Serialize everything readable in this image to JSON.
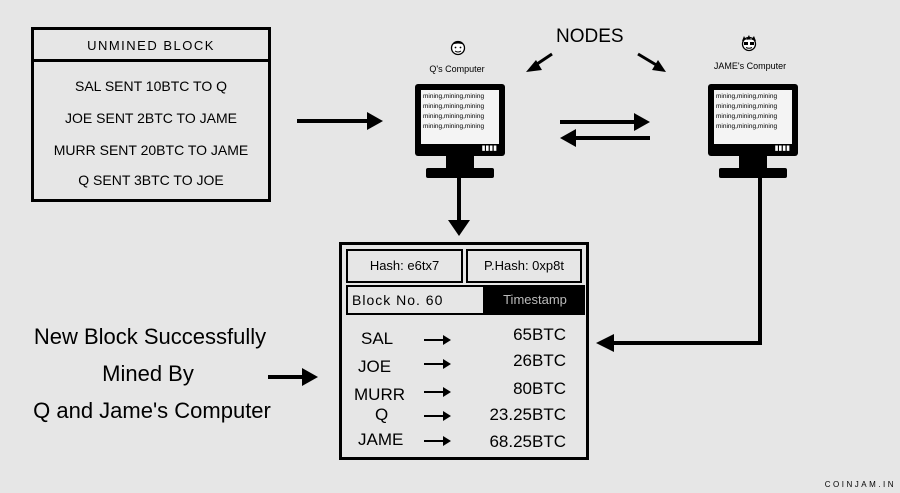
{
  "unmined_block": {
    "title": "UNMINED BLOCK",
    "transactions": [
      "SAL SENT 10BTC TO Q",
      "JOE SENT 2BTC TO JAME",
      "MURR SENT 20BTC TO JAME",
      "Q SENT 3BTC TO JOE"
    ]
  },
  "nodes_label": "NODES",
  "computers": {
    "q": {
      "label": "Q's Computer",
      "icon": "user-face-icon",
      "screen_lines": [
        "mining,mining,mining",
        "mining,mining,mining",
        "mining,mining,mining",
        "mining,mining,mining"
      ]
    },
    "jame": {
      "label": "JAME's Computer",
      "icon": "user-face-icon",
      "screen_lines": [
        "mining,mining,mining",
        "mining,mining,mining",
        "mining,mining,mining",
        "mining,mining,mining"
      ]
    }
  },
  "mined_block": {
    "hash": "Hash: e6tx7",
    "prev_hash": "P.Hash: 0xp8t",
    "block_no": "Block No. 60",
    "timestamp": "Timestamp",
    "balances": [
      {
        "name": "SAL",
        "amount": "65BTC"
      },
      {
        "name": "JOE",
        "amount": "26BTC"
      },
      {
        "name": "MURR",
        "amount": "80BTC"
      },
      {
        "name": "Q",
        "amount": "23.25BTC"
      },
      {
        "name": "JAME",
        "amount": "68.25BTC"
      }
    ]
  },
  "caption_lines": [
    "New Block Successfully",
    "Mined By",
    "Q and Jame's Computer"
  ],
  "watermark": "COINJAM.IN"
}
